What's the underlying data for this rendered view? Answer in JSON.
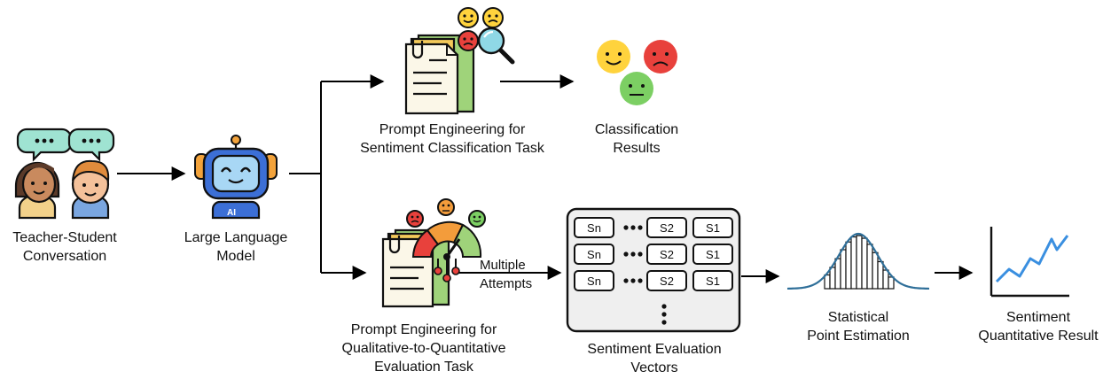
{
  "labels": {
    "teacher_student": [
      "Teacher-Student",
      "Conversation"
    ],
    "llm": [
      "Large Language",
      "Model"
    ],
    "prompt_classification": [
      "Prompt Engineering for",
      "Sentiment Classification Task"
    ],
    "classification_results": [
      "Classification",
      "Results"
    ],
    "prompt_q2q": [
      "Prompt Engineering for",
      "Qualitative-to-Quantitative",
      "Evaluation Task"
    ],
    "multiple_attempts": [
      "Multiple",
      "Attempts"
    ],
    "sentiment_vectors": [
      "Sentiment Evaluation",
      "Vectors"
    ],
    "statistical": [
      "Statistical",
      "Point Estimation"
    ],
    "quant_result": [
      "Sentiment",
      "Quantitative Result"
    ]
  },
  "robot_badge": "AI",
  "vector_cells": [
    "Sn",
    "S2",
    "S1"
  ],
  "colors": {
    "bubble": "#9fe3d2",
    "robot_body": "#3c6fd6",
    "robot_screen": "#a8d7f5",
    "emoji_happy": "#ffd33d",
    "emoji_sad": "#e8413c",
    "emoji_neutral": "#7ccf63",
    "paper": "#fbf7e8",
    "paper_back": "#f3c95a",
    "gauge_red": "#e8413c",
    "gauge_orange": "#f39c3b",
    "gauge_green": "#9fd37a",
    "bell": "#2f6f99",
    "trend": "#3a8fe0"
  },
  "icons": [
    "speech-bubble-icon",
    "student-icon",
    "teacher-icon",
    "robot-icon",
    "document-icon",
    "magnifier-icon",
    "gauge-icon",
    "emoji-icon",
    "bell-curve-icon",
    "line-chart-icon"
  ]
}
